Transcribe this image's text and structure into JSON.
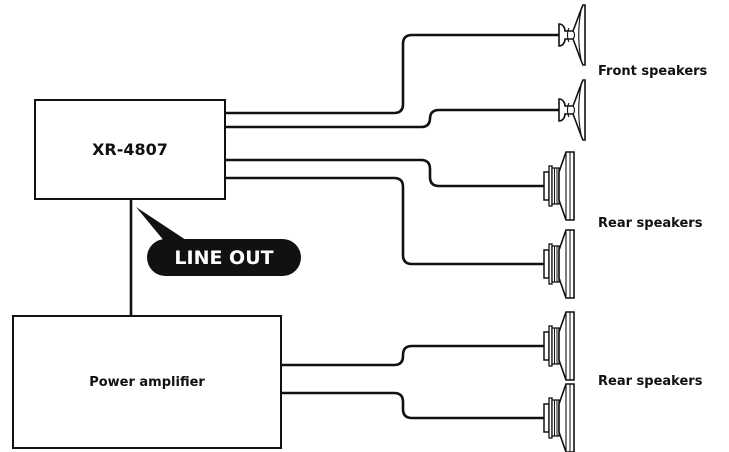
{
  "main_unit": {
    "label": "XR-4807"
  },
  "amplifier": {
    "label": "Power amplifier"
  },
  "line_out": {
    "label": "LINE OUT"
  },
  "speaker_groups": [
    {
      "label": "Front speakers",
      "type": "tweeter",
      "count": 2
    },
    {
      "label": "Rear speakers",
      "type": "woofer",
      "count": 2
    },
    {
      "label": "Rear speakers",
      "type": "woofer",
      "count": 2
    }
  ],
  "colors": {
    "line": "#111111",
    "badge_bg": "#111111",
    "badge_text": "#ffffff"
  }
}
